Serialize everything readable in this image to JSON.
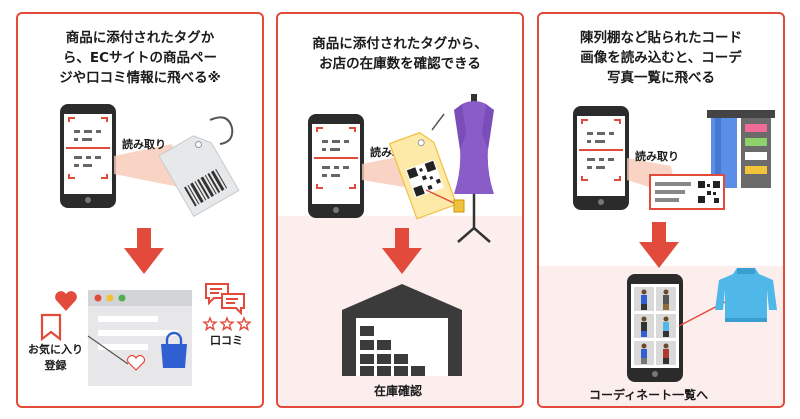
{
  "panels": [
    {
      "title_lines": [
        "商品に添付されたタグか",
        "ら、ECサイトの商品ペー",
        "ジや口コミ情報に飛べる※"
      ],
      "scan_label": "読み取り",
      "favorite_label_lines": [
        "お気に入り",
        "登録"
      ],
      "review_label": "口コミ"
    },
    {
      "title_lines": [
        "商品に添付されたタグから、",
        "お店の在庫数を確認できる"
      ],
      "scan_label": "読み取り",
      "result_label": "在庫確認"
    },
    {
      "title_lines": [
        "陳列棚など貼られたコード",
        "画像を読み込むと、コーデ",
        "写真一覧に飛べる"
      ],
      "scan_label": "読み取り",
      "result_label": "コーディネート一覧へ"
    }
  ],
  "colors": {
    "border": "#e24a3b",
    "arrow": "#e24a3b",
    "phone": "#2b2b2b",
    "tag_yellow": "#fde9a8",
    "dress": "#8a5cc7",
    "bag": "#2f5fd0",
    "sweater": "#4fb8e8",
    "pink_bg": "#fdeeee"
  }
}
